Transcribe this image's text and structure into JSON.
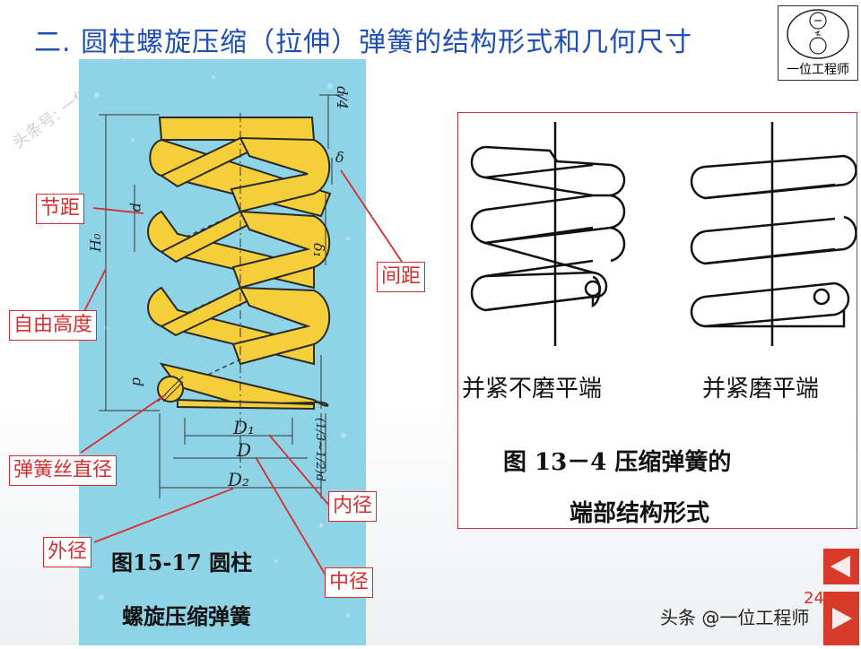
{
  "title": "二. 圆柱螺旋压缩（拉伸）弹簧的结构形式和几何尺寸",
  "logo": {
    "text": "一位工程师"
  },
  "watermark": "头条号: 一位工程师",
  "left_figure": {
    "caption_line1": "图15-17  圆柱",
    "caption_line2": "螺旋压缩弹簧",
    "dims": {
      "d4": "d/4",
      "delta": "δ",
      "p": "p",
      "H0": "H₀",
      "d": "d",
      "D1": "D₁",
      "D": "D",
      "D2": "D₂",
      "delta1": "δ₁",
      "bot": "(1/3~1/2)d"
    }
  },
  "callouts": {
    "pitch": "节距",
    "gap": "间距",
    "free_height": "自由高度",
    "wire_diameter": "弹簧丝直径",
    "inner_diameter": "内径",
    "outer_diameter": "外径",
    "mean_diameter": "中径"
  },
  "right_figure": {
    "label_left": "并紧不磨平端",
    "label_right": "并紧磨平端",
    "caption_line1": "图 13－4   压缩弹簧的",
    "caption_line2": "端部结构形式"
  },
  "page_number": "24",
  "footer": "头条 @一位工程师",
  "colors": {
    "title": "#1f4fb5",
    "accent": "#d62e2e",
    "spring": "#f5cf3a",
    "bg_panel": "#8fd3e7"
  }
}
